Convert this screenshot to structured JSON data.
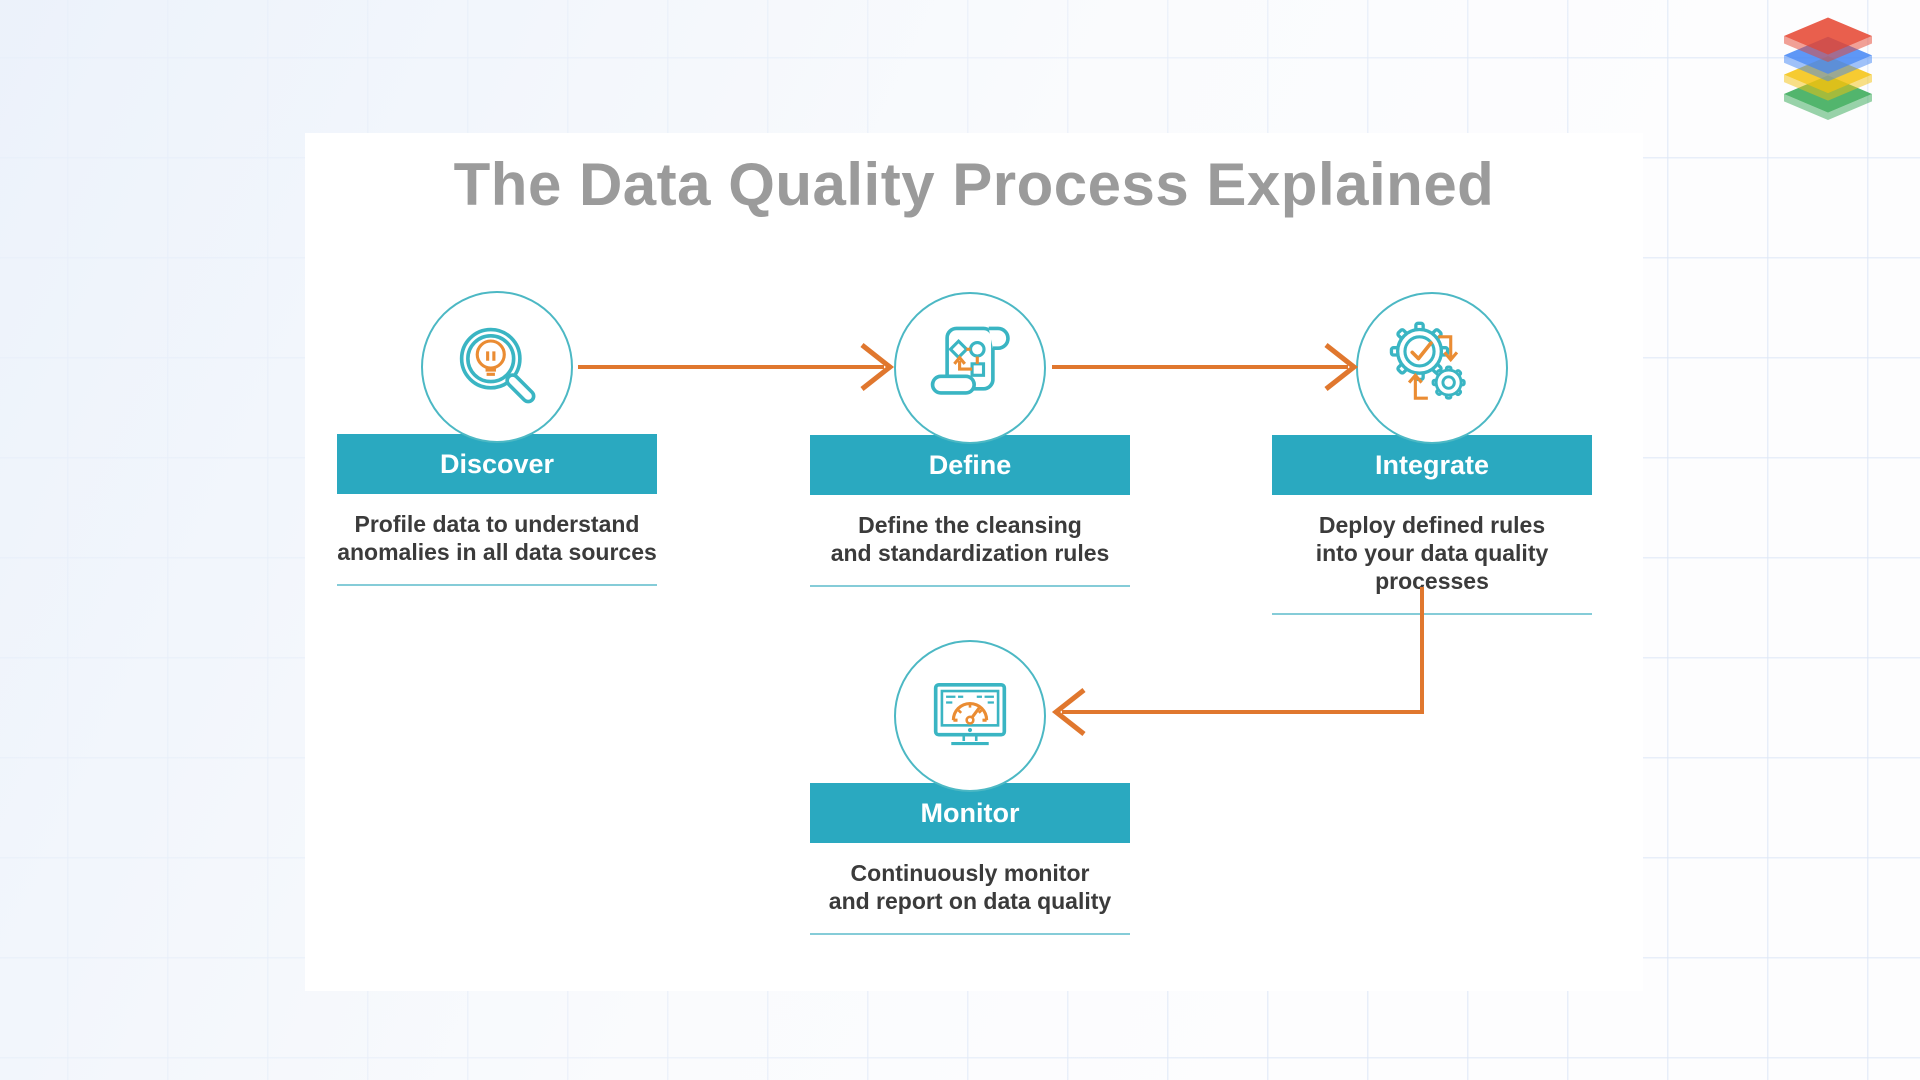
{
  "header": {
    "title": "The Data Quality Process Explained"
  },
  "logo": {
    "name": "layered-stack-logo",
    "layer_colors": [
      "#E5432E",
      "#4285F4",
      "#F4C20D",
      "#34A853"
    ]
  },
  "steps": [
    {
      "label": "Discover",
      "icon": "magnifier-lightbulb-icon",
      "desc1": "Profile data to understand",
      "desc2": "anomalies in all data sources"
    },
    {
      "label": "Define",
      "icon": "scroll-flowchart-icon",
      "desc1": "Define the cleansing",
      "desc2": "and standardization rules"
    },
    {
      "label": "Integrate",
      "icon": "gears-cycle-icon",
      "desc1": "Deploy defined rules",
      "desc2": "into your data quality processes"
    },
    {
      "label": "Monitor",
      "icon": "dashboard-gauge-icon",
      "desc1": "Continuously monitor",
      "desc2": "and report on data quality"
    }
  ],
  "colors": {
    "band_teal": "#2AA9C0",
    "icon_teal": "#3AB5C3",
    "circle_outline_teal": "#4CB8C4",
    "underline_teal": "#85CCD8",
    "arrow_orange": "#E0772E",
    "icon_orange": "#EA8C33",
    "title_gray": "#9B9B9B",
    "card_background": "#FFFFFF"
  }
}
